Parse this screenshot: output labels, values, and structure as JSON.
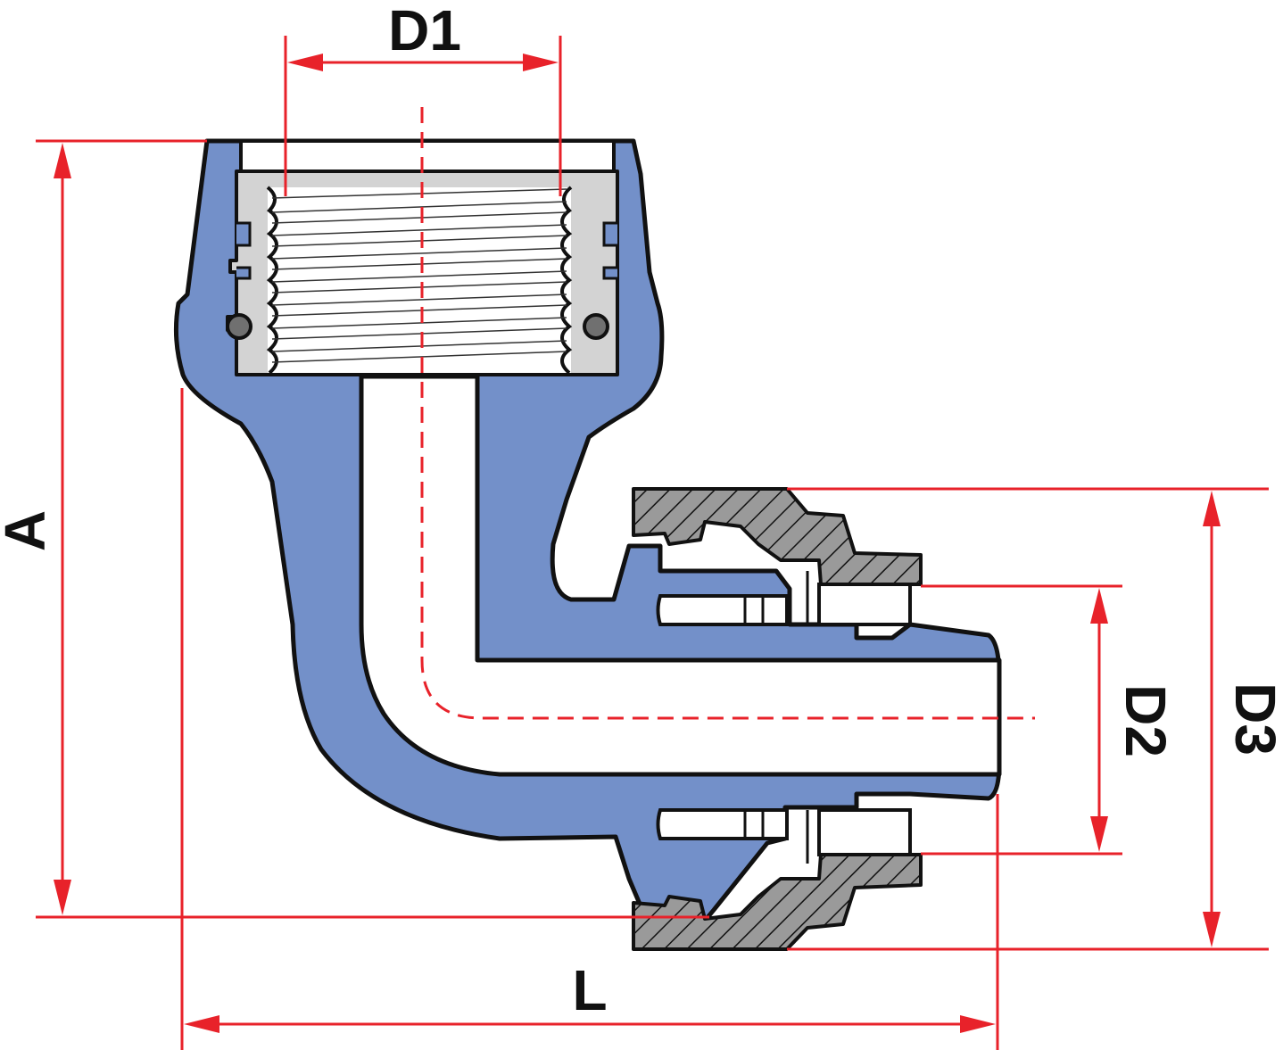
{
  "labels": {
    "d1": "D1",
    "a": "A",
    "l": "L",
    "d2": "D2",
    "d3": "D3"
  },
  "colors": {
    "body": "#7390C9",
    "outline": "#111111",
    "thread_insert": "#D3D3D3",
    "nut_hatch": "#9A9A9A",
    "dimension": "#E8222A",
    "o_ring": "#707070",
    "centerline": "#E8222A"
  }
}
